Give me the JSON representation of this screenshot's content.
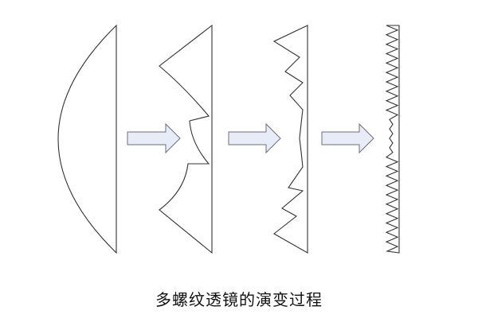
{
  "caption": "多螺纹透镜的演变过程",
  "diagram": {
    "stages": [
      {
        "name": "stage-1-plano-convex-lens"
      },
      {
        "name": "stage-2-fresnel-lens-few-steps"
      },
      {
        "name": "stage-3-fresnel-lens-more-steps"
      },
      {
        "name": "stage-4-fresnel-lens-fine-steps"
      }
    ],
    "arrow_count": 3,
    "colors": {
      "line": "#333333",
      "arrow_fill": "#e7ecf6",
      "arrow_stroke": "#6b6f78",
      "background": "#ffffff"
    }
  }
}
